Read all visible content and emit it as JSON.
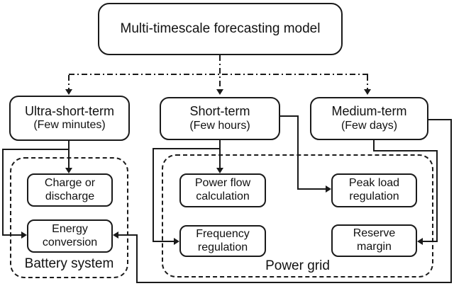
{
  "title_node": {
    "label": "Multi-timescale forecasting model"
  },
  "timescales": {
    "ultra": {
      "label": "Ultra-short-term",
      "period": "(Few minutes)"
    },
    "short": {
      "label": "Short-term",
      "period": "(Few hours)"
    },
    "medium": {
      "label": "Medium-term",
      "period": "(Few days)"
    }
  },
  "battery_system": {
    "label": "Battery system",
    "charge_discharge": {
      "line1": "Charge or",
      "line2": "discharge"
    },
    "energy_conversion": {
      "line1": "Energy",
      "line2": "conversion"
    }
  },
  "power_grid": {
    "label": "Power grid",
    "power_flow": {
      "line1": "Power flow",
      "line2": "calculation"
    },
    "frequency_regulation": {
      "line1": "Frequency",
      "line2": "regulation"
    },
    "peak_load_regulation": {
      "line1": "Peak load",
      "line2": "regulation"
    },
    "reserve_margin": {
      "line1": "Reserve",
      "line2": "margin"
    }
  },
  "colors": {
    "line": "#1a1a1a",
    "text": "#111111",
    "background": "#ffffff"
  }
}
